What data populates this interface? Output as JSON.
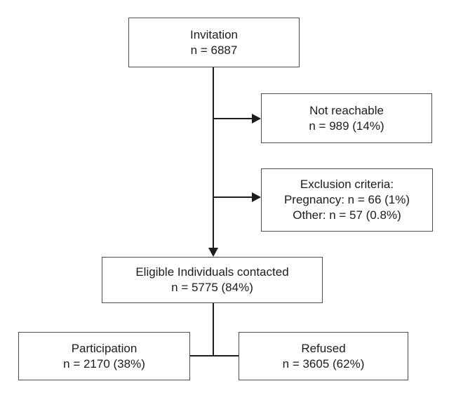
{
  "diagram": {
    "colors": {
      "background": "#ffffff",
      "box_border": "#4c4d4f",
      "text": "#1c1c1e",
      "connector": "#1c1c1e"
    },
    "boxes": {
      "invitation": {
        "lines": [
          "Invitation",
          "n = 6887"
        ]
      },
      "not_reachable": {
        "lines": [
          "Not reachable",
          "n = 989 (14%)"
        ]
      },
      "exclusion": {
        "lines": [
          "Exclusion criteria:",
          "Pregnancy: n = 66 (1%)",
          "Other: n = 57 (0.8%)"
        ]
      },
      "eligible": {
        "lines": [
          "Eligible Individuals contacted",
          "n = 5775 (84%)"
        ]
      },
      "participation": {
        "lines": [
          "Participation",
          "n = 2170 (38%)"
        ]
      },
      "refused": {
        "lines": [
          "Refused",
          "n = 3605 (62%)"
        ]
      }
    }
  }
}
